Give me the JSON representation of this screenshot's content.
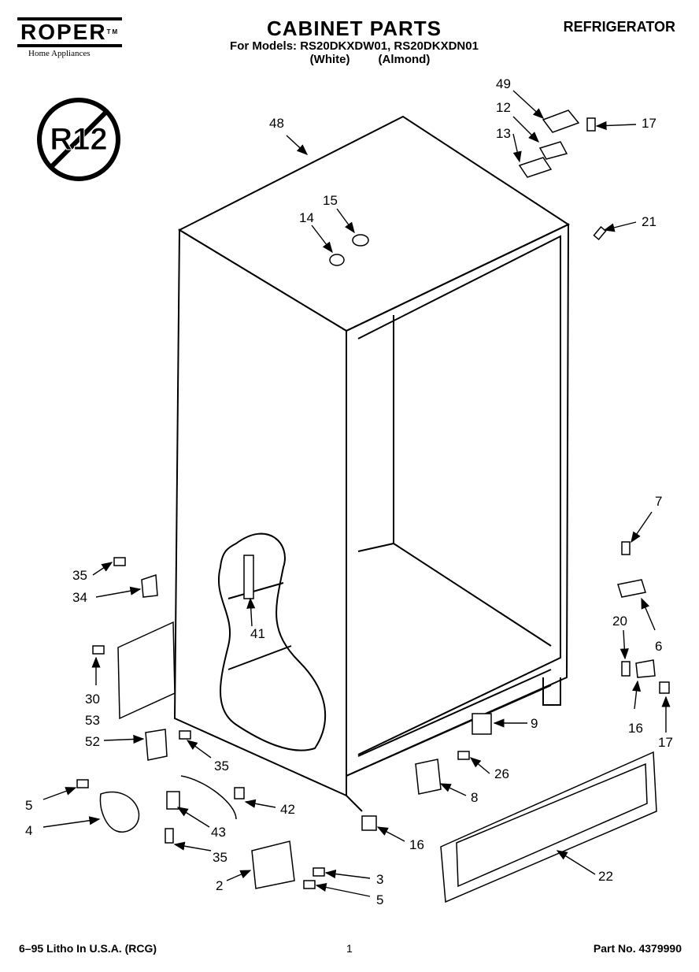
{
  "header": {
    "brand": "ROPER",
    "brand_tm": "TM",
    "brand_sub": "Home Appliances",
    "title": "CABINET PARTS",
    "models": "For Models: RS20DKXDW01, RS20DKXDN01",
    "color_white": "(White)",
    "color_almond": "(Almond)",
    "category": "REFRIGERATOR"
  },
  "badge": {
    "text": "R12",
    "icon": "no-r12-prohibition-icon"
  },
  "callouts": {
    "c48": "48",
    "c49": "49",
    "c12": "12",
    "c13": "13",
    "c17a": "17",
    "c21": "21",
    "c15": "15",
    "c14": "14",
    "c7": "7",
    "c6": "6",
    "c20": "20",
    "c16a": "16",
    "c17b": "17",
    "c35a": "35",
    "c34": "34",
    "c41": "41",
    "c30": "30",
    "c53": "53",
    "c52": "52",
    "c35b": "35",
    "c9": "9",
    "c26": "26",
    "c8": "8",
    "c5a": "5",
    "c4": "4",
    "c42": "42",
    "c43": "43",
    "c35c": "35",
    "c16b": "16",
    "c22": "22",
    "c2": "2",
    "c3": "3",
    "c5b": "5"
  },
  "footer": {
    "litho": "6–95 Litho In U.S.A. (RCG)",
    "page": "1",
    "part_no": "Part No. 4379990"
  }
}
